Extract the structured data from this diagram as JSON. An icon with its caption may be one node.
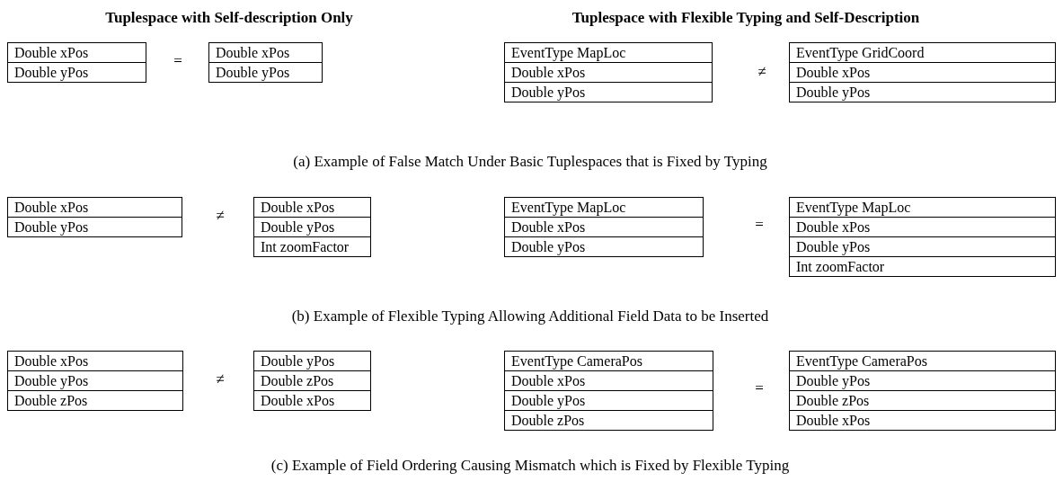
{
  "diagram": {
    "nodes": [
      {
        "text": [
          "Double xPos",
          "Double yPos"
        ]
      },
      {
        "text": [
          "Double xPos",
          "Double yPos"
        ]
      },
      {
        "text": [
          "EventType MapLoc",
          "Double xPos",
          "Double yPos"
        ]
      },
      {
        "text": [
          "EventType GridCoord",
          "Double xPos",
          "Double yPos"
        ]
      },
      {
        "text": [
          "Double xPos",
          "Double yPos"
        ]
      },
      {
        "text": [
          "Double xPos",
          "Double yPos",
          "Int zoomFactor"
        ]
      },
      {
        "text": [
          "EventType MapLoc",
          "Double xPos",
          "Double yPos"
        ]
      },
      {
        "text": [
          "EventType MapLoc",
          "Double xPos",
          "Double yPos",
          "Int zoomFactor"
        ]
      },
      {
        "text": [
          "Double xPos",
          "Double yPos",
          "Double zPos"
        ]
      },
      {
        "text": [
          "Double yPos",
          "Double zPos",
          "Double xPos"
        ]
      },
      {
        "text": [
          "EventType CameraPos",
          "Double xPos",
          "Double yPos",
          "Double zPos"
        ]
      },
      {
        "text": [
          "EventType CameraPos",
          "Double yPos",
          "Double zPos",
          "Double xPos"
        ]
      }
    ],
    "labels": [
      "Tuplespace with Self-description Only",
      "Tuplespace with Flexible Typing and Self-Description",
      "=",
      "≠",
      "(a) Example of False Match Under Basic Tuplespaces that is Fixed by Typing",
      "≠",
      "=",
      "(b) Example of Flexible Typing Allowing Additional Field Data to be Inserted",
      "≠",
      "=",
      "(c) Example of Field Ordering Causing Mismatch which is Fixed by Flexible Typing"
    ]
  }
}
